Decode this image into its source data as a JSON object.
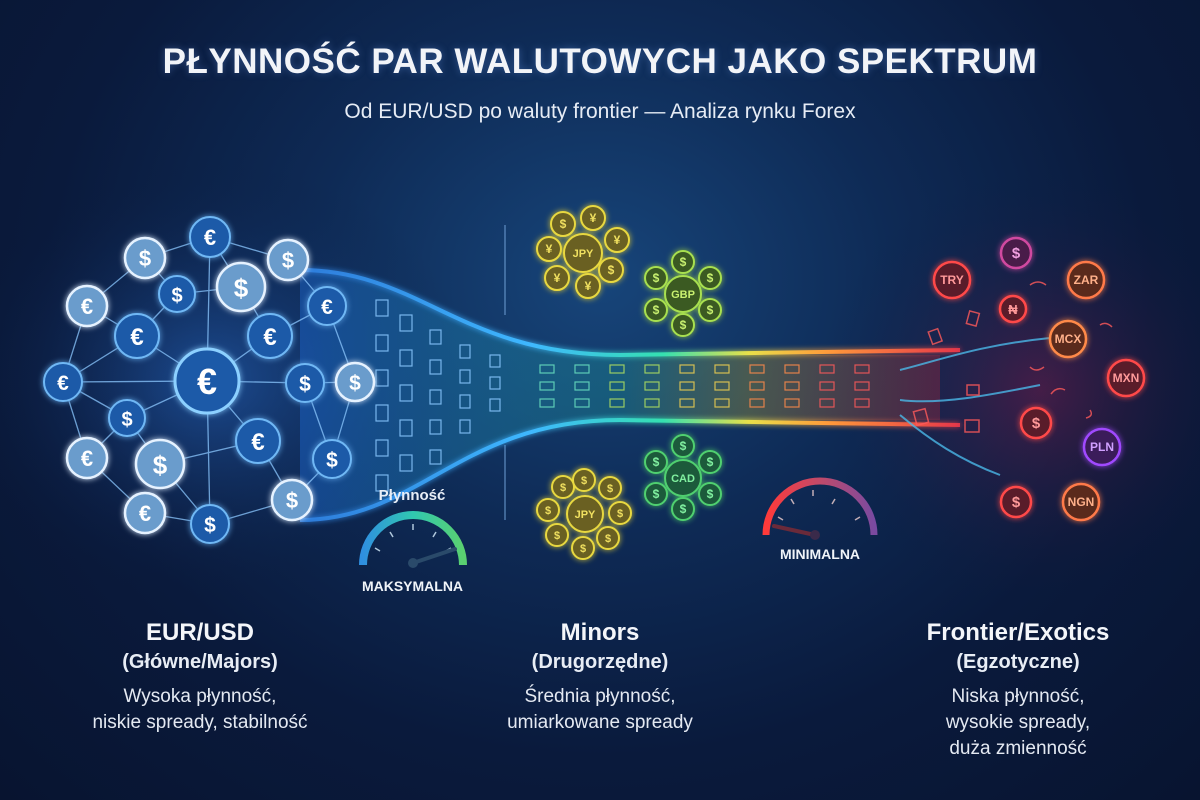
{
  "header": {
    "title": "PŁYNNOŚĆ PAR WALUTOWYCH JAKO SPEKTRUM",
    "subtitle": "Od EUR/USD po waluty frontier — Analiza rynku Forex"
  },
  "gauges": {
    "label": "Płynność",
    "left_value": "MAKSYMALNA",
    "right_value": "MINIMALNA"
  },
  "clusters": {
    "majors": {
      "symbols": [
        "€",
        "$"
      ],
      "color": "#4fa3e8"
    },
    "minors": [
      {
        "code": "JPY",
        "satellites": [
          "$",
          "¥",
          "¥",
          "$",
          "¥",
          "¥",
          "¥"
        ],
        "color": "#d9c53a"
      },
      {
        "code": "GBP",
        "satellites": [
          "$",
          "$",
          "$",
          "$",
          "$",
          "$"
        ],
        "color": "#9bd14a"
      },
      {
        "code": "CAD",
        "satellites": [
          "$",
          "$",
          "$",
          "$",
          "$",
          "$"
        ],
        "color": "#4cc970"
      },
      {
        "code": "JPY",
        "satellites": [
          "$",
          "$",
          "$",
          "$",
          "$",
          "$",
          "$",
          "$"
        ],
        "color": "#d9c53a"
      }
    ],
    "exotics": [
      {
        "code": "TRY",
        "color": "#e0464a"
      },
      {
        "code": "$",
        "color": "#c04aa0"
      },
      {
        "code": "ZAR",
        "color": "#e8703a"
      },
      {
        "code": "₦",
        "color": "#e0464a"
      },
      {
        "code": "MCX",
        "color": "#e8803a"
      },
      {
        "code": "MXN",
        "color": "#e0464a"
      },
      {
        "code": "$",
        "color": "#e0464a"
      },
      {
        "code": "PLN",
        "color": "#9a4ae0"
      },
      {
        "code": "$",
        "color": "#e0464a"
      },
      {
        "code": "NGN",
        "color": "#e8703a"
      }
    ]
  },
  "columns": [
    {
      "heading": "EUR/USD",
      "subheading": "(Główne/Majors)",
      "desc": [
        "Wysoka płynność,",
        "niskie spready, stabilność"
      ]
    },
    {
      "heading": "Minors",
      "subheading": "(Drugorzędne)",
      "desc": [
        "Średnia płynność,",
        "umiarkowane spready"
      ]
    },
    {
      "heading": "Frontier/Exotics",
      "subheading": "(Egzotyczne)",
      "desc": [
        "Niska płynność,",
        "wysokie spready,",
        "duża zmienność"
      ]
    }
  ],
  "colors": {
    "background": "#0a1a3c",
    "majors_blue": "#4fa3e8",
    "spectrum": [
      "#3fa0ff",
      "#35e0c0",
      "#e8e04a",
      "#ff9a3a",
      "#ff3a4a"
    ]
  }
}
